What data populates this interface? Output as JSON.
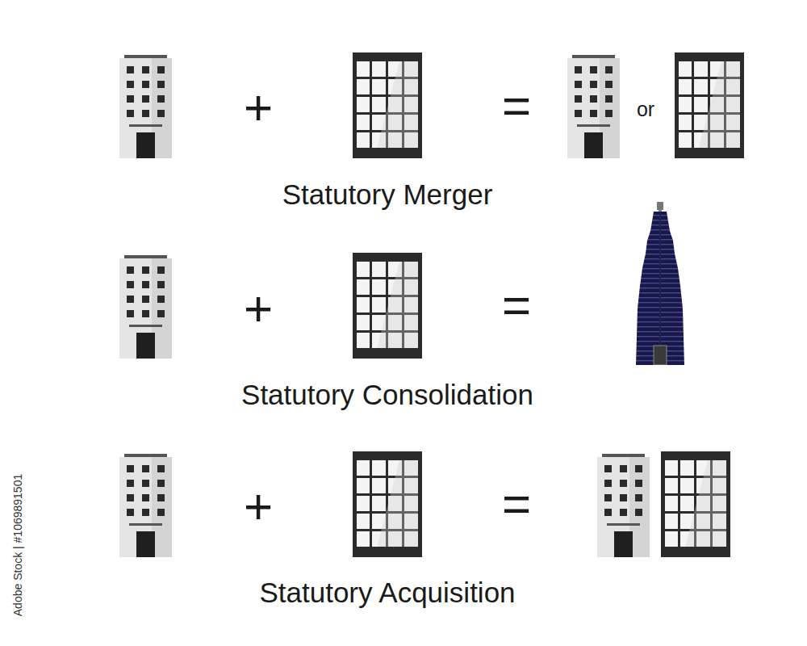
{
  "diagram": {
    "labels": [
      "+",
      "=",
      "or",
      "Statutory Merger",
      "+",
      "=",
      "Statutory Consolidation",
      "+",
      "=",
      "Statutory Acquisition",
      "Adobe Stock | #1069891501"
    ]
  }
}
